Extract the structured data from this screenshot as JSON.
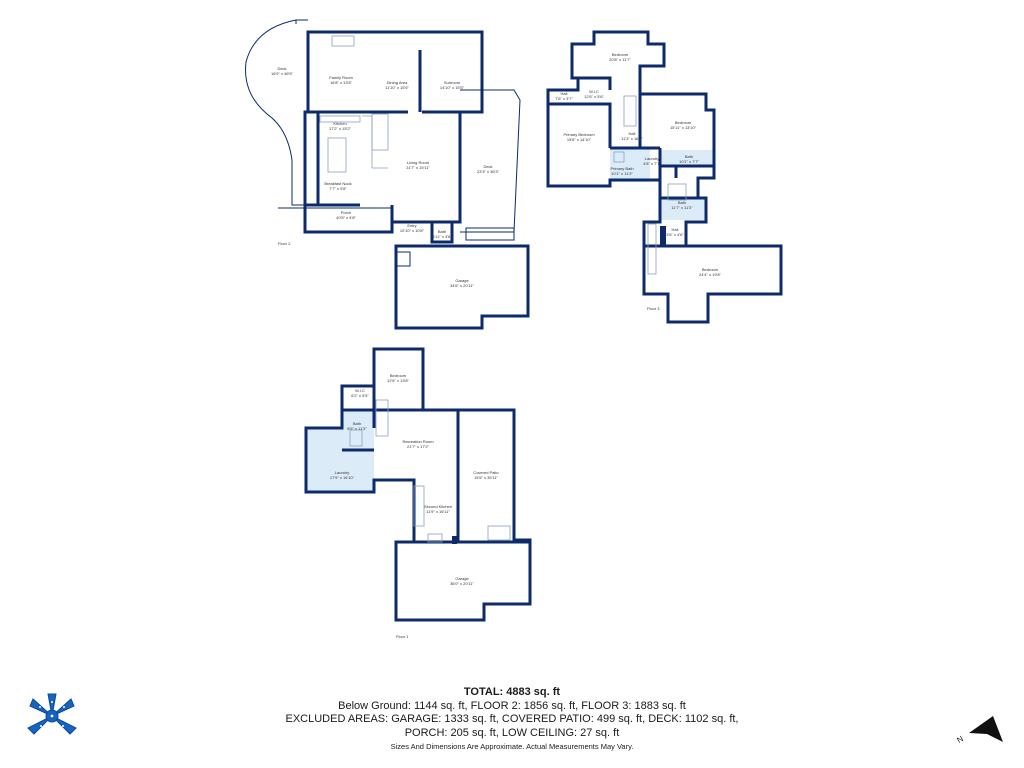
{
  "floors": [
    {
      "label": "Floor 2",
      "rooms": [
        {
          "name": "Deck",
          "dims": "16'9\" x 46'5\""
        },
        {
          "name": "Family Room",
          "dims": "16'8\" x 13'8\""
        },
        {
          "name": "Dining Area",
          "dims": "11'10\" x 15'5\""
        },
        {
          "name": "Sunroom",
          "dims": "14'10\" x 15'5\""
        },
        {
          "name": "Kitchen",
          "dims": "17'2\" x 15'2\""
        },
        {
          "name": "Living Room",
          "dims": "21'7\" x 15'11\""
        },
        {
          "name": "Deck",
          "dims": "23'3\" x 36'3\""
        },
        {
          "name": "Breakfast Nook",
          "dims": "7'7\" x 9'8\""
        },
        {
          "name": "Porch",
          "dims": "40'5\" x 4'8\""
        },
        {
          "name": "Entry",
          "dims": "10'10\" x 10'8\""
        },
        {
          "name": "Bath",
          "dims": "5'11\" x 4'8\""
        },
        {
          "name": "Garage",
          "dims": "34'6\" x 20'11\""
        }
      ]
    },
    {
      "label": "Floor 3",
      "rooms": [
        {
          "name": "Bedroom",
          "dims": "20'8\" x 11'7\""
        },
        {
          "name": "W.I.C",
          "dims": "12'6\" x 5'6\""
        },
        {
          "name": "Hall",
          "dims": "7'6\" x 3'7\""
        },
        {
          "name": "Primary Bedroom",
          "dims": "15'6\" x 14'10\""
        },
        {
          "name": "Bedroom",
          "dims": "15'11\" x 13'10\""
        },
        {
          "name": "Hall",
          "dims": "11'3\" x 16'8\""
        },
        {
          "name": "Laundry",
          "dims": "4'8\" x 7'7\""
        },
        {
          "name": "Bath",
          "dims": "10'1\" x 7'7\""
        },
        {
          "name": "Primary Bath",
          "dims": "10'1\" x 11'3\""
        },
        {
          "name": "Bath",
          "dims": "11'7\" x 11'3\""
        },
        {
          "name": "Hall",
          "dims": "3'6\" x 4'6\""
        },
        {
          "name": "Bedroom",
          "dims": "24'4\" x 19'8\""
        }
      ]
    },
    {
      "label": "Floor 1",
      "rooms": [
        {
          "name": "Bedroom",
          "dims": "12'6\" x 13'8\""
        },
        {
          "name": "W.I.C",
          "dims": "6'2\" x 5'5\""
        },
        {
          "name": "Bath",
          "dims": "8'5\" x 11'3\""
        },
        {
          "name": "Recreation Room",
          "dims": "21'7\" x 17'2\""
        },
        {
          "name": "Laundry",
          "dims": "17'9\" x 16'10\""
        },
        {
          "name": "Covered Patio",
          "dims": "15'5\" x 35'11\""
        },
        {
          "name": "Second Kitchen",
          "dims": "11'9\" x 16'11\""
        },
        {
          "name": "Garage",
          "dims": "36'0\" x 20'11\""
        }
      ]
    }
  ],
  "summary": {
    "total": "TOTAL: 4883 sq. ft",
    "line1": "Below Ground: 1144 sq. ft, FLOOR 2: 1856 sq. ft, FLOOR 3: 1883 sq. ft",
    "line2": "EXCLUDED AREAS: GARAGE: 1333 sq. ft, COVERED PATIO: 499 sq. ft, DECK: 1102 sq. ft,",
    "line3": "PORCH: 205 sq. ft, LOW CEILING: 27 sq. ft"
  },
  "disclaimer": "Sizes And Dimensions Are Approximate. Actual Measurements May Vary.",
  "compass": {
    "label": "N"
  },
  "colors": {
    "wall": "#0d2b6b",
    "wet_area": "#dcebf8",
    "logo": "#1565c0"
  },
  "icons": {
    "logo": "starfish-logo-icon",
    "compass": "north-arrow-icon"
  }
}
